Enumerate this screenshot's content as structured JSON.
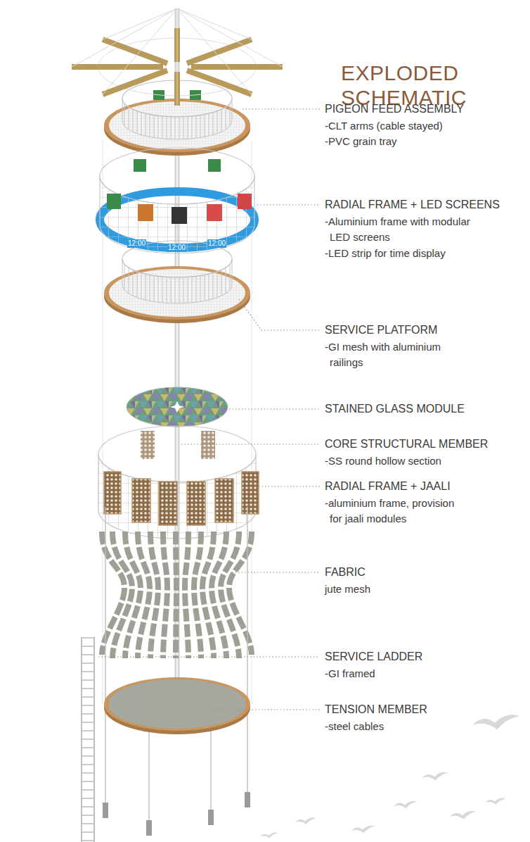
{
  "diagram": {
    "title": "EXPLODED SCHEMATIC",
    "labels": [
      "PIGEON FEED ASSEMBLY",
      "-CLT arms (cable stayed)",
      "-PVC grain tray",
      "RADIAL FRAME + LED SCREENS",
      "-Aluminium frame with modular LED screens",
      "-LED strip for time display",
      "SERVICE PLATFORM",
      "-GI mesh with aluminium railings",
      "STAINED GLASS MODULE",
      "CORE STRUCTURAL MEMBER",
      "-SS round hollow section",
      "RADIAL FRAME + JAALI",
      "-aluminium frame, provision for jaali modules",
      "FABRIC",
      "jute mesh",
      "SERVICE LADDER",
      "-GI framed",
      "TENSION MEMBER",
      "-steel cables",
      "12:00",
      "12:00",
      "12:00"
    ]
  }
}
